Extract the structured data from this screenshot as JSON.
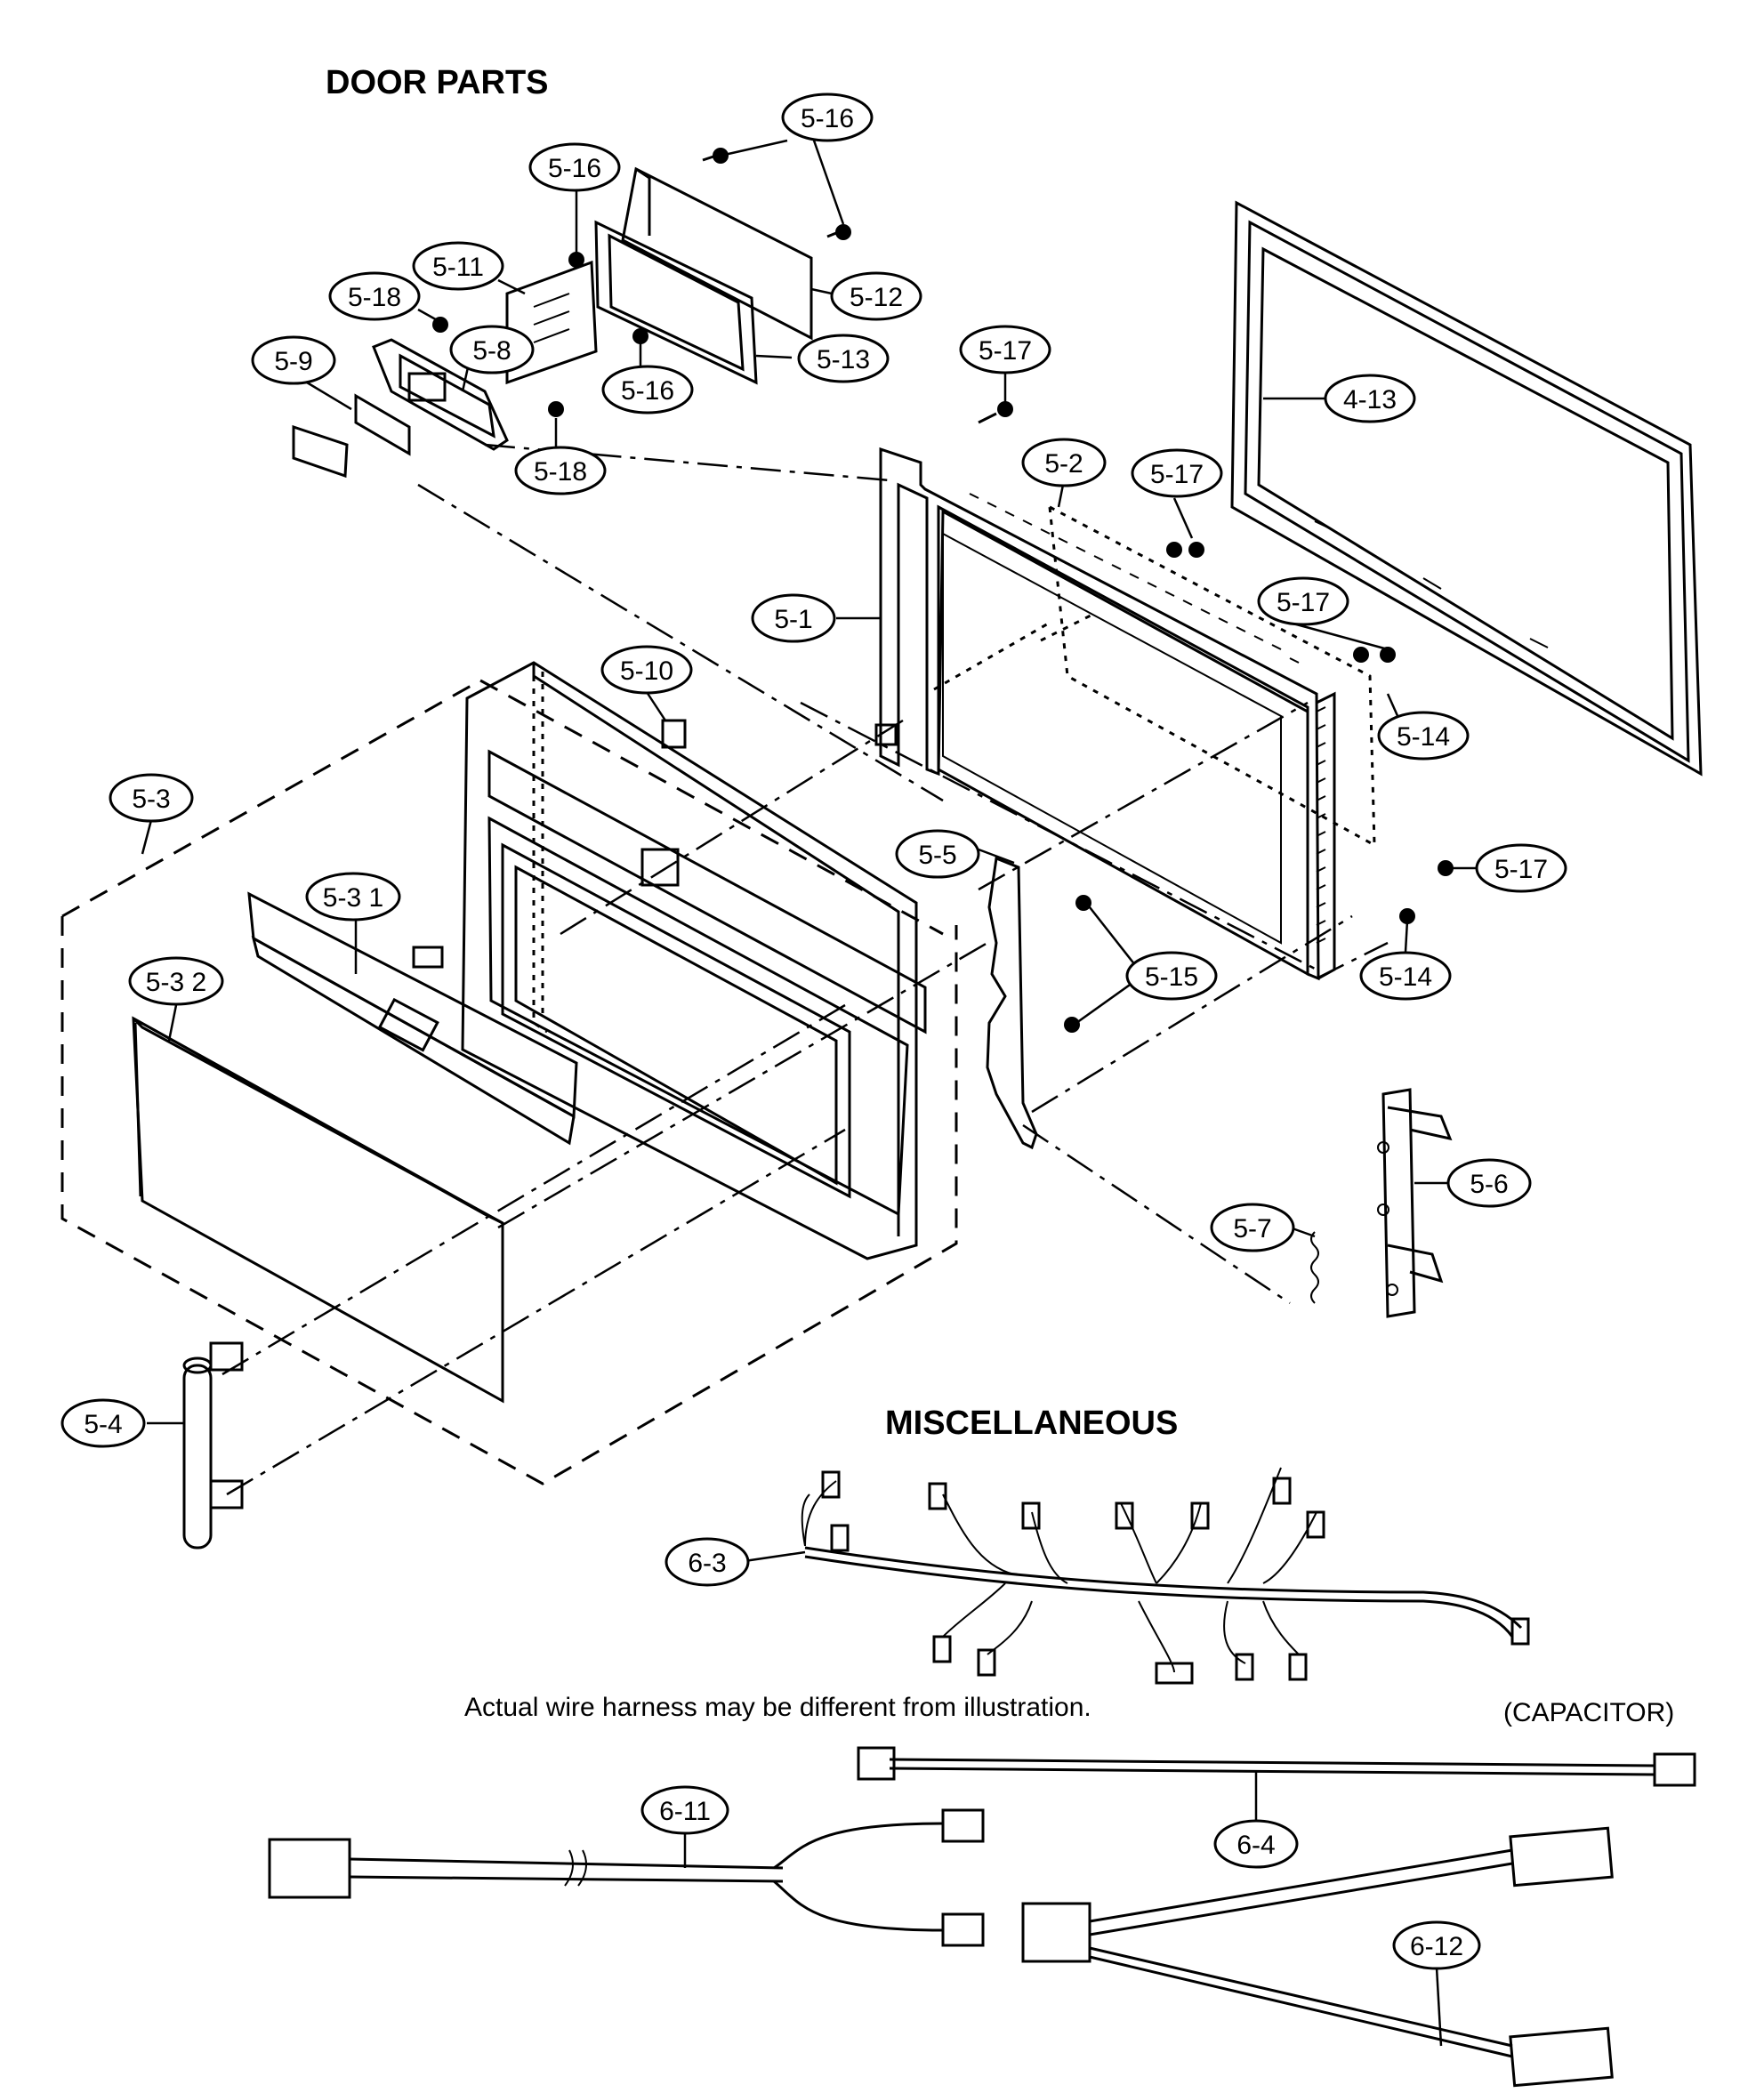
{
  "headings": {
    "door_parts": "DOOR PARTS",
    "miscellaneous": "MISCELLANEOUS"
  },
  "notes": {
    "wire_harness": "Actual wire harness may be different from illustration.",
    "capacitor": "(CAPACITOR)"
  },
  "callouts": [
    {
      "id": "c1",
      "label": "5-16"
    },
    {
      "id": "c2",
      "label": "5-16"
    },
    {
      "id": "c3",
      "label": "5-11"
    },
    {
      "id": "c4",
      "label": "5-12"
    },
    {
      "id": "c5",
      "label": "5-18"
    },
    {
      "id": "c6",
      "label": "5-8"
    },
    {
      "id": "c7",
      "label": "5-13"
    },
    {
      "id": "c8",
      "label": "5-9"
    },
    {
      "id": "c9",
      "label": "5-16"
    },
    {
      "id": "c10",
      "label": "5-18"
    },
    {
      "id": "c11",
      "label": "5-17"
    },
    {
      "id": "c12",
      "label": "4-13"
    },
    {
      "id": "c13",
      "label": "5-2"
    },
    {
      "id": "c14",
      "label": "5-17"
    },
    {
      "id": "c15",
      "label": "5-1"
    },
    {
      "id": "c16",
      "label": "5-17"
    },
    {
      "id": "c17",
      "label": "5-10"
    },
    {
      "id": "c18",
      "label": "5-14"
    },
    {
      "id": "c19",
      "label": "5-3"
    },
    {
      "id": "c20",
      "label": "5-5"
    },
    {
      "id": "c21",
      "label": "5-17"
    },
    {
      "id": "c22",
      "label": "5-3 1"
    },
    {
      "id": "c23",
      "label": "5-15"
    },
    {
      "id": "c24",
      "label": "5-14"
    },
    {
      "id": "c25",
      "label": "5-3 2"
    },
    {
      "id": "c26",
      "label": "5-6"
    },
    {
      "id": "c27",
      "label": "5-7"
    },
    {
      "id": "c28",
      "label": "5-4"
    },
    {
      "id": "c29",
      "label": "6-3"
    },
    {
      "id": "c30",
      "label": "6-11"
    },
    {
      "id": "c31",
      "label": "6-4"
    },
    {
      "id": "c32",
      "label": "6-12"
    }
  ]
}
